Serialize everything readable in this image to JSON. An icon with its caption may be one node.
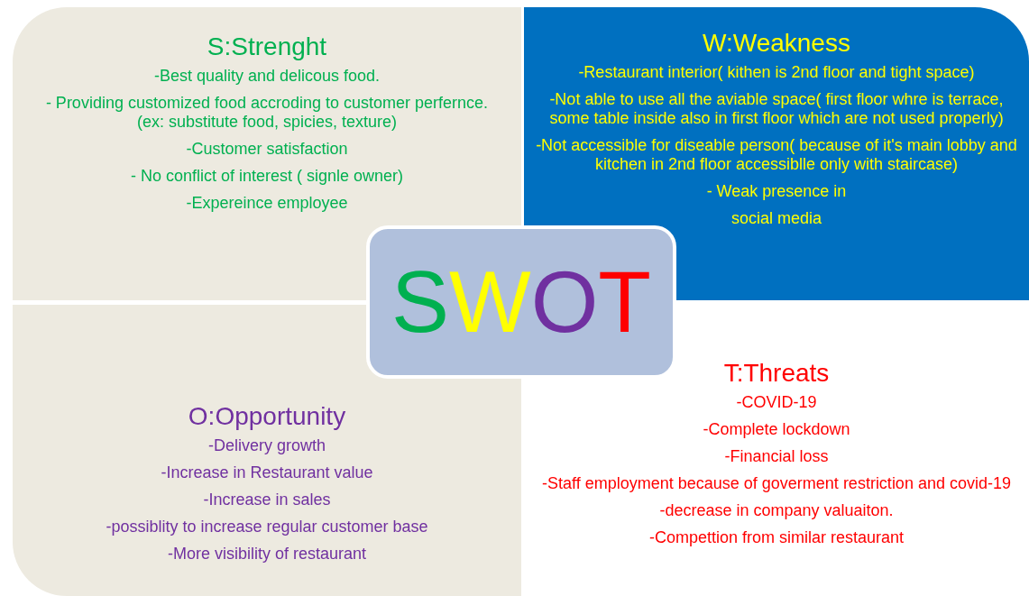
{
  "diagram": {
    "nodes": [
      {
        "text": [
          "S:Strenght",
          "-Best quality and delicous food.",
          "- Providing customized food accroding to customer perfernce.(ex: substitute food, spicies, texture)",
          "-Customer satisfaction",
          "- No conflict of interest ( signle owner)",
          "-Expereince employee"
        ]
      },
      {
        "text": [
          "W:Weakness",
          "-Restaurant interior( kithen is 2nd floor and tight space)",
          "-Not able to use all the aviable space( first floor whre is terrace, some table inside also in first floor which are not used properly)",
          "-Not accessible for diseable person( because of it's main lobby and kitchen in 2nd floor accessiblle only with staircase)",
          "- Weak presence in",
          "social media"
        ]
      },
      {
        "text": [
          "O:Opportunity",
          "-Delivery growth",
          "-Increase in Restaurant value",
          "-Increase in sales",
          "-possiblity to increase regular customer base",
          "-More visibility of restaurant"
        ]
      },
      {
        "text": [
          "T:Threats",
          "-COVID-19",
          "-Complete lockdown",
          "-Financial loss",
          "-Staff employment because of goverment restriction and covid-19",
          "-decrease in company valuaiton.",
          "-Compettion from similar restaurant"
        ]
      },
      {
        "text": [
          "SWOT"
        ]
      }
    ]
  }
}
